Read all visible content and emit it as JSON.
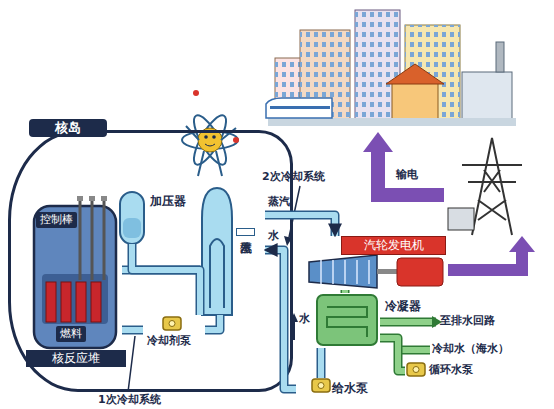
{
  "diagram": {
    "nodes": [
      {
        "text": [
          "核岛"
        ]
      },
      {
        "text": [
          "控制棒",
          "燃料",
          "核反应堆"
        ],
        "in": 0
      },
      {
        "text": [
          "加压器"
        ],
        "in": 0
      },
      {
        "text": [
          "蒸汽发生器"
        ],
        "in": 0
      },
      {
        "text": [
          "冷却剂泵"
        ],
        "in": 0
      },
      {
        "text": [
          "汽轮发电机"
        ]
      },
      {
        "text": [
          "冷凝器"
        ]
      },
      {
        "text": [
          "循环水泵"
        ]
      },
      {
        "text": [
          "给水泵"
        ]
      }
    ],
    "edges": [
      {
        "from": 1,
        "to": 3,
        "arrow": "none"
      },
      {
        "from": 3,
        "to": 4,
        "arrow": "none"
      },
      {
        "from": 4,
        "to": 1,
        "arrow": "none"
      },
      {
        "from": 2,
        "to": 3,
        "arrow": "none"
      },
      {
        "from": 3,
        "to": 5,
        "label": "蒸汽",
        "arrow": "to"
      },
      {
        "from": 5,
        "to": 6,
        "arrow": "none"
      },
      {
        "from": 6,
        "to": 8,
        "arrow": "none"
      },
      {
        "from": 8,
        "to": 3,
        "label": "水",
        "arrow": "to"
      },
      {
        "from": 7,
        "to": 6,
        "arrow": "none"
      }
    ],
    "labels": [
      "输电",
      "2次冷却系统",
      "水",
      "至排水回路",
      "冷却水（海水）",
      "1次冷却系统"
    ]
  }
}
